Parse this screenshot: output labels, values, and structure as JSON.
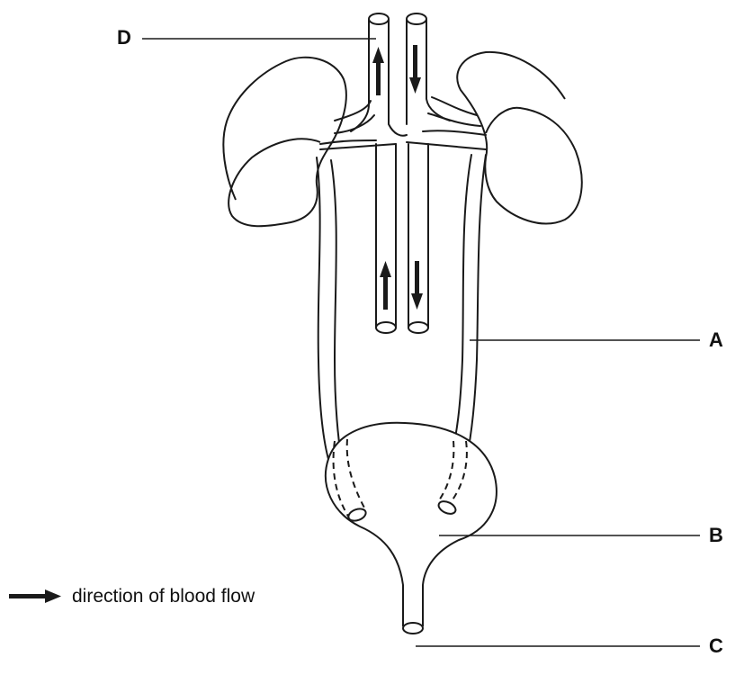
{
  "labels": {
    "A": "A",
    "B": "B",
    "C": "C",
    "D": "D"
  },
  "legend": {
    "text": "direction of blood flow",
    "icon": "right-arrow-icon"
  },
  "flow_arrows": {
    "vein_direction": "up",
    "artery_direction": "down"
  }
}
